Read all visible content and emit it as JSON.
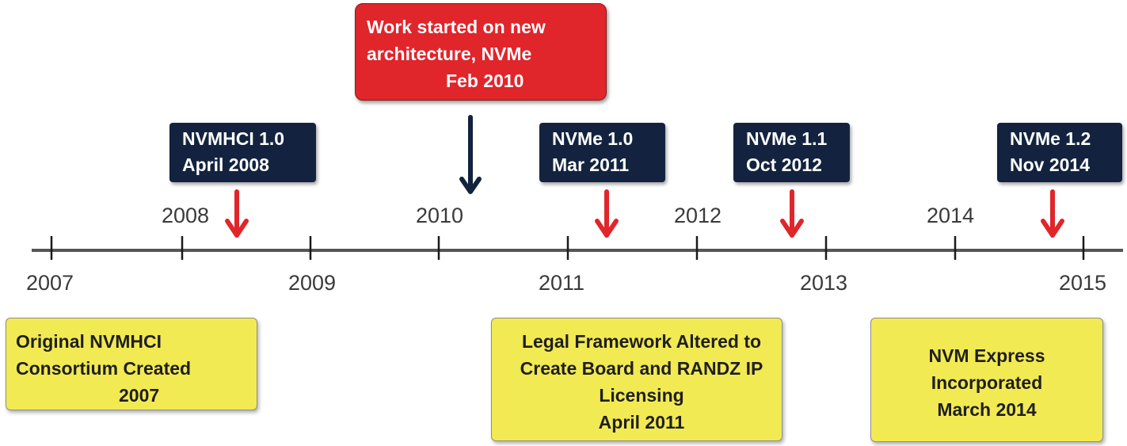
{
  "colors": {
    "axis": "#555555",
    "tick": "#1a1a1a",
    "milestone_bg": "#13233f",
    "work_bg": "#e0252b",
    "red_arrow": "#e0252b",
    "navy_arrow": "#13233f",
    "note_bg": "#f2ea53"
  },
  "years_below": [
    "2007",
    "2009",
    "2011",
    "2013",
    "2015"
  ],
  "years_above": [
    "2008",
    "2010",
    "2012",
    "2014"
  ],
  "work_box": {
    "lines": [
      "Work started on new",
      "architecture, NVMe",
      "Feb 2010"
    ]
  },
  "milestones": [
    {
      "title": "NVMHCI 1.0",
      "date": "April 2008"
    },
    {
      "title": "NVMe 1.0",
      "date": "Mar 2011"
    },
    {
      "title": "NVMe 1.1",
      "date": "Oct 2012"
    },
    {
      "title": "NVMe 1.2",
      "date": "Nov 2014"
    }
  ],
  "notes": [
    {
      "lines": [
        "Original NVMHCI",
        "Consortium Created",
        "2007"
      ]
    },
    {
      "lines": [
        "Legal Framework Altered to",
        "Create Board and RANDZ IP",
        "Licensing",
        "April 2011"
      ]
    },
    {
      "lines": [
        "NVM Express",
        "Incorporated",
        "March 2014"
      ]
    }
  ]
}
